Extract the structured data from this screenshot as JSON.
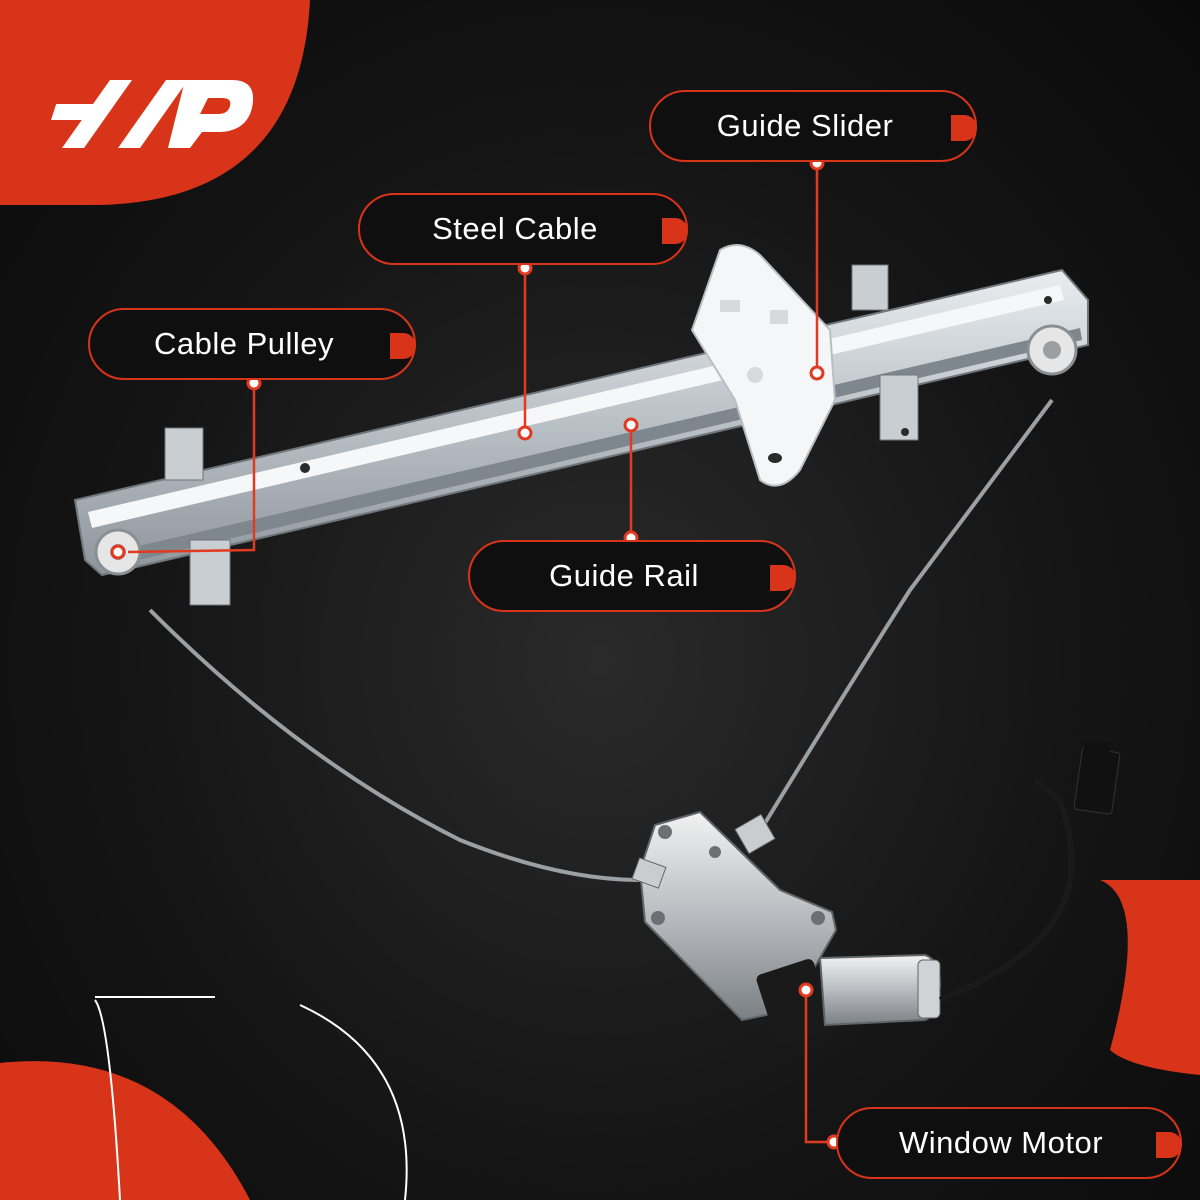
{
  "brand": {
    "logo": "A-P",
    "accent_color": "#d7341a"
  },
  "callouts": {
    "guide_slider": "Guide Slider",
    "steel_cable": "Steel Cable",
    "cable_pulley": "Cable Pulley",
    "guide_rail": "Guide Rail",
    "window_motor": "Window Motor"
  }
}
